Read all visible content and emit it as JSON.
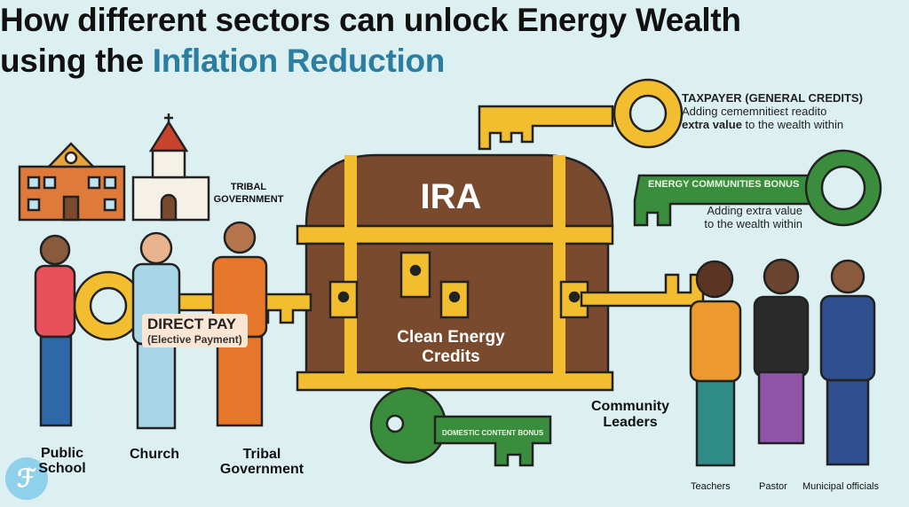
{
  "title": {
    "line1": "How different sectors can unlock Energy Wealth",
    "line2_prefix": "using the ",
    "line2_highlight": "Inflation Reduction"
  },
  "colors": {
    "background": "#dcf0f2",
    "highlight": "#2b7ea0",
    "gold": "#f2bd2f",
    "green": "#3b8d3e",
    "chest_wood": "#7a4a2e"
  },
  "chest": {
    "label": "IRA",
    "credits_line1": "Clean Energy",
    "credits_line2": "Credits"
  },
  "keys": {
    "taxpayer": {
      "title": "TAXPAYER (GENERAL CREDITS)",
      "line1": "Adding cememnitieεt readito",
      "line2_bold": "extra value",
      "line2_rest": " to the wealth within"
    },
    "energy_communities": {
      "label": "ENERGY COMMUNITIES BONUS",
      "line1": "Adding extra value",
      "line2": "to the wealth within"
    },
    "domestic_content": {
      "label": "DOMESTIC CONTENT BONUS"
    },
    "direct_pay": {
      "label": "DIRECT PAY",
      "sub": "(Elective Payment)"
    }
  },
  "sectors": {
    "tribal_top": {
      "line1": "TRIBAL",
      "line2": "GOVERNMENT"
    },
    "public_school": {
      "line1": "Public",
      "line2": "School"
    },
    "church": "Church",
    "tribal": {
      "line1": "Tribal",
      "line2": "Government"
    },
    "community_leaders": {
      "line1": "Community",
      "line2": "Leaders"
    },
    "teachers": "Teachers",
    "pastor": "Pastor",
    "municipal": "Municipal officials"
  },
  "logo": {
    "glyph": "ℱ"
  }
}
